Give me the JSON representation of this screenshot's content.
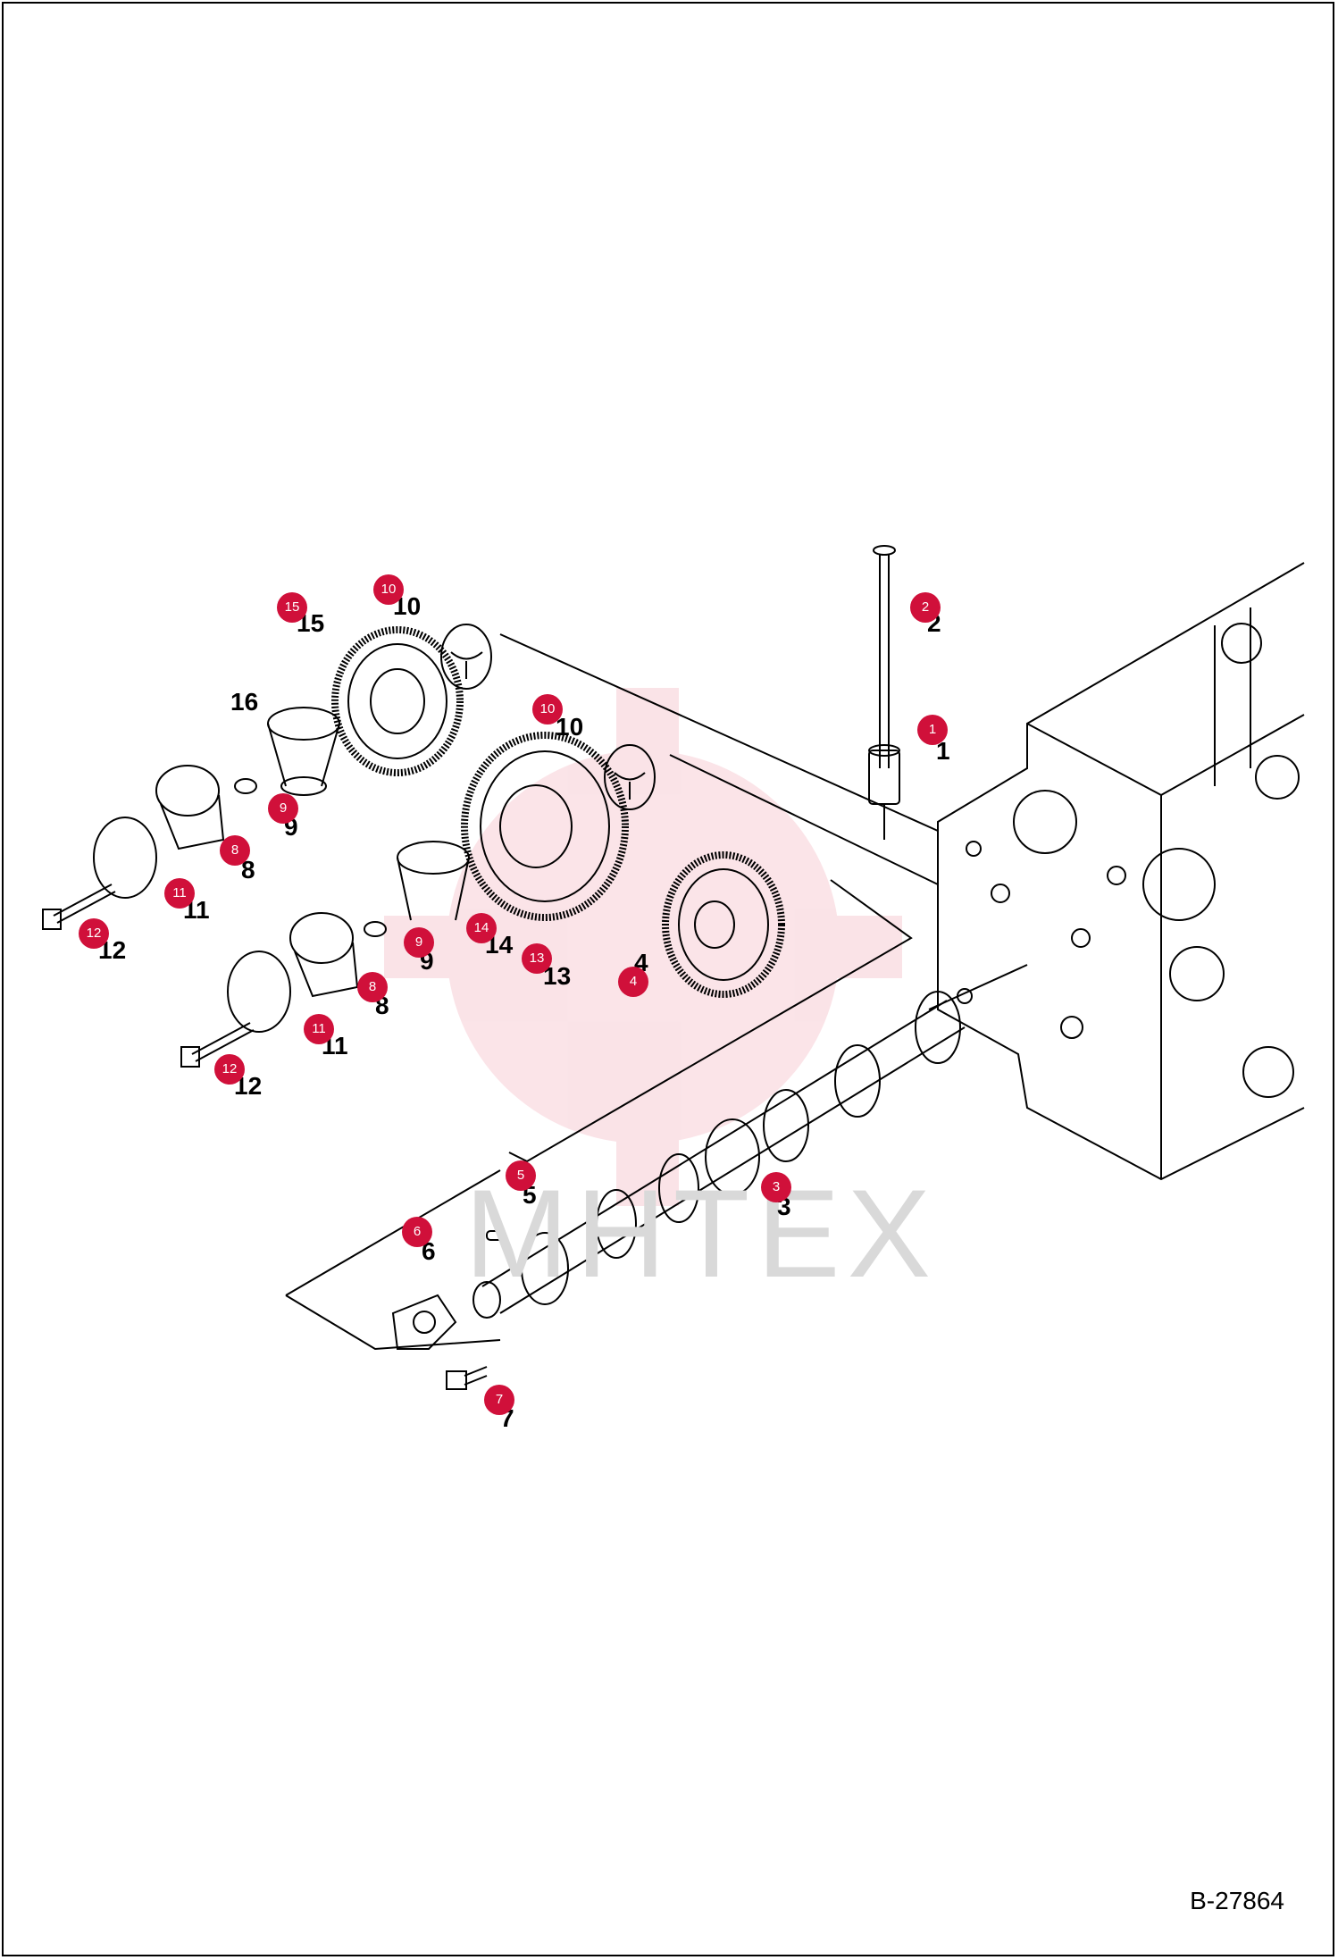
{
  "watermark": "МНТЕХ",
  "document_id": "B-27864",
  "callouts": [
    {
      "id": "c1",
      "label": "1"
    },
    {
      "id": "c2",
      "label": "2"
    },
    {
      "id": "c3",
      "label": "3"
    },
    {
      "id": "c4",
      "label": "4"
    },
    {
      "id": "c5",
      "label": "5"
    },
    {
      "id": "c6",
      "label": "6"
    },
    {
      "id": "c7",
      "label": "7"
    },
    {
      "id": "c8a",
      "label": "8"
    },
    {
      "id": "c8b",
      "label": "8"
    },
    {
      "id": "c9a",
      "label": "9"
    },
    {
      "id": "c9b",
      "label": "9"
    },
    {
      "id": "c10a",
      "label": "10"
    },
    {
      "id": "c10b",
      "label": "10"
    },
    {
      "id": "c11a",
      "label": "11"
    },
    {
      "id": "c11b",
      "label": "11"
    },
    {
      "id": "c12a",
      "label": "12"
    },
    {
      "id": "c12b",
      "label": "12"
    },
    {
      "id": "c13",
      "label": "13"
    },
    {
      "id": "c14",
      "label": "14"
    },
    {
      "id": "c15",
      "label": "15"
    }
  ],
  "part_numbers": [
    "1",
    "2",
    "3",
    "4",
    "5",
    "6",
    "7",
    "8",
    "8",
    "9",
    "9",
    "10",
    "10",
    "11",
    "11",
    "12",
    "12",
    "13",
    "14",
    "15",
    "16"
  ]
}
